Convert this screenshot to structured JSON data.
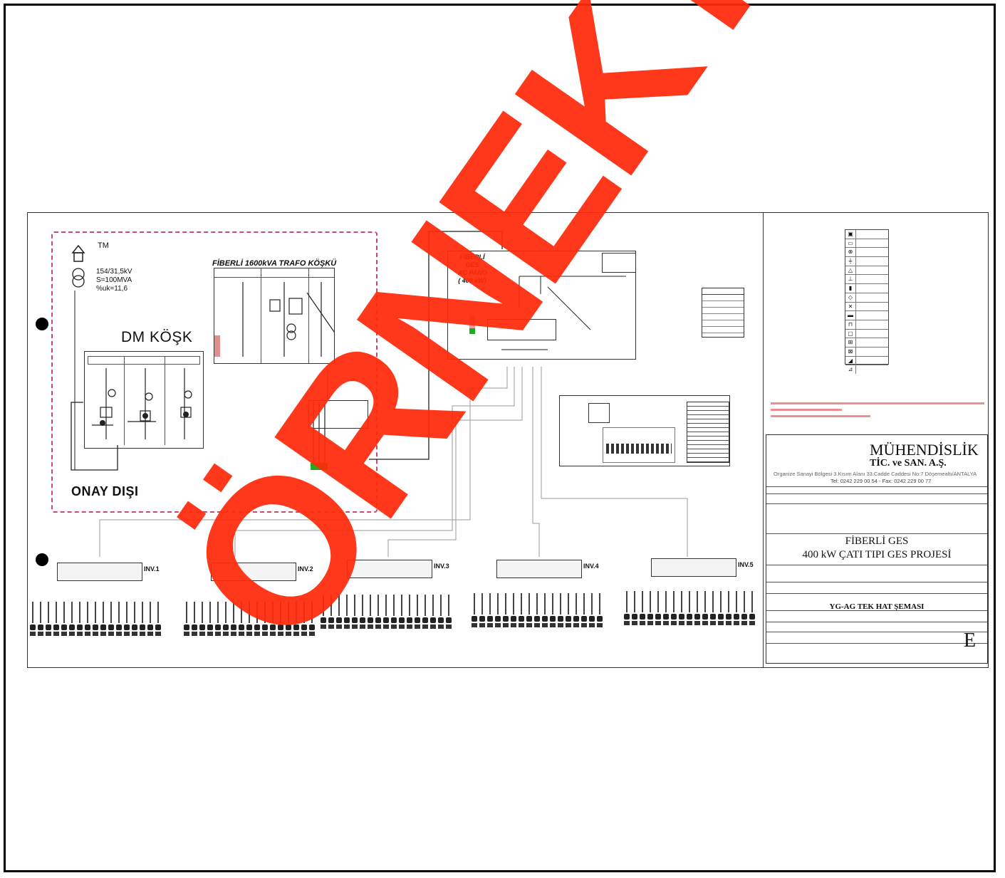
{
  "diagram": {
    "onay_label": "ONAY DIŞI",
    "dm_kosk_label": "DM KÖŞK",
    "trafo_title": "FİBERLİ 1600kVA TRAFO KÖŞKÜ",
    "tm_label": "TM",
    "tm_specs": [
      "154/31,5kV",
      "S=100MVA",
      "%uk=11,6"
    ],
    "ac_pano_lines": [
      "FİBERLİ",
      "GES",
      "AC PANO",
      "( 400 kW)"
    ],
    "inverters": [
      "INV.1",
      "INV.2",
      "INV.3",
      "INV.4",
      "INV.5"
    ]
  },
  "title_block": {
    "company": "MÜHENDİSLİK",
    "company_sub": "TİC. ve SAN. A.Ş.",
    "address": "Organize Sanayi Bölgesi 3.Kısım Alanı 33.Cadde Caddesi No:7 Döşemealtı/ANTALYA",
    "phone": "Tel: 0242 229 00 54 - Fax: 0242 229 00 77",
    "project_lines": [
      "FİBERLİ GES",
      "400 kW ÇATI TIPI GES PROJESİ"
    ],
    "sheet_title": "YG-AG TEK HAT ŞEMASI",
    "sheet_letter": "E"
  },
  "watermark": "ÖRNEKTİR"
}
